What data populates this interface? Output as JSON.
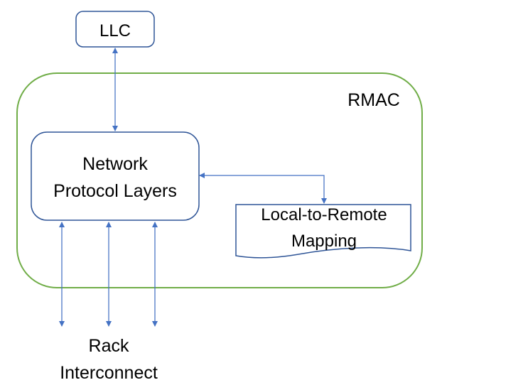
{
  "colors": {
    "box_stroke": "#2F5597",
    "container_stroke": "#70AD47",
    "arrow": "#4472C4",
    "text": "#000000",
    "background": "#FFFFFF"
  },
  "nodes": {
    "llc": {
      "label": "LLC"
    },
    "rmac": {
      "label": "RMAC"
    },
    "network_protocol": {
      "line1": "Network",
      "line2": "Protocol Layers"
    },
    "mapping": {
      "line1": "Local-to-Remote",
      "line2": "Mapping"
    },
    "rack": {
      "line1": "Rack",
      "line2": "Interconnect"
    }
  },
  "edges": [
    {
      "from": "llc",
      "to": "network_protocol",
      "type": "bidirectional"
    },
    {
      "from": "network_protocol",
      "to": "mapping",
      "type": "bidirectional"
    },
    {
      "from": "network_protocol",
      "to": "rack",
      "type": "bidirectional"
    },
    {
      "from": "network_protocol",
      "to": "rack",
      "type": "bidirectional"
    },
    {
      "from": "network_protocol",
      "to": "rack",
      "type": "bidirectional"
    }
  ]
}
